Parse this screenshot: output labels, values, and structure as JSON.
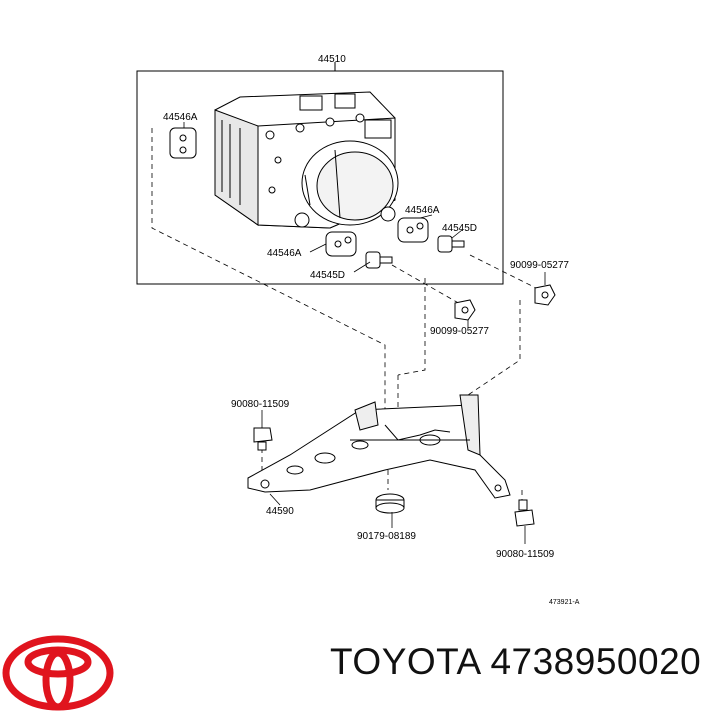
{
  "diagram": {
    "callouts": {
      "assembly": "44510",
      "a1": "44546A",
      "a2": "44546A",
      "a3": "44546A",
      "d1": "44545D",
      "d2": "44545D",
      "bolt1": "90099-05277",
      "bolt2": "90099-05277",
      "bracket": "44590",
      "bolt3": "90080-11509",
      "bolt4": "90080-11509",
      "cushion": "90179-08189",
      "ref": "473921-A"
    }
  },
  "footer": {
    "brand": "TOYOTA",
    "part_number": "4738950020",
    "logo_icon": "toyota-logo-icon",
    "logo_color": "#e0141e"
  }
}
